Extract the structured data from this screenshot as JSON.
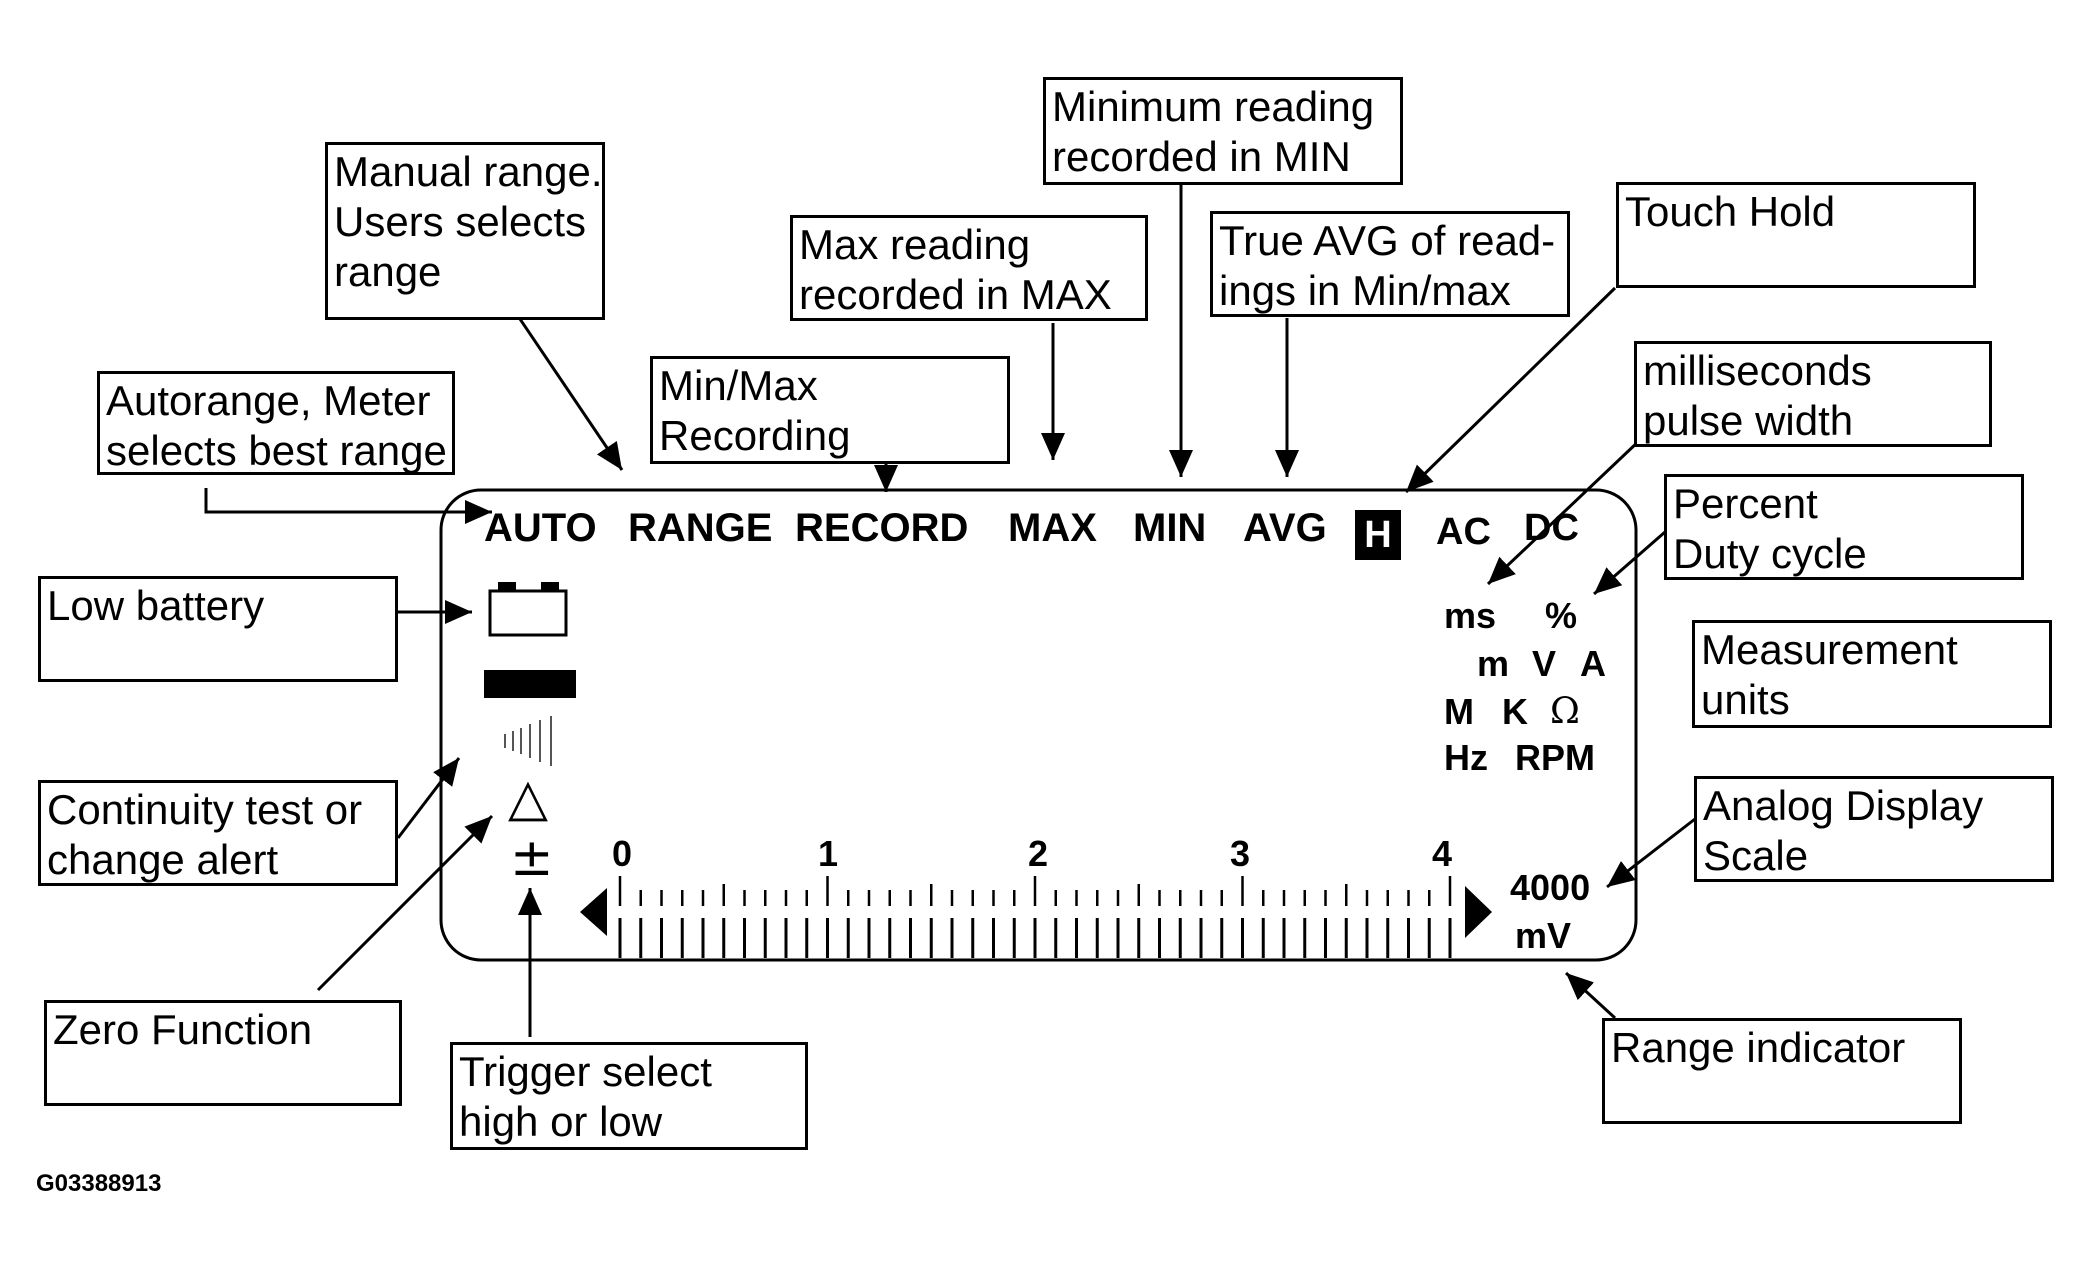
{
  "callouts": {
    "manual_range": [
      "Manual range.",
      "Users selects",
      "range"
    ],
    "minimum": [
      "Minimum reading",
      "recorded in MIN"
    ],
    "max": [
      "Max reading",
      "recorded in MAX"
    ],
    "true_avg": [
      "True AVG of read-",
      "ings in Min/max"
    ],
    "touch_hold": [
      "Touch Hold"
    ],
    "milliseconds": [
      "milliseconds",
      "pulse width"
    ],
    "autorange": [
      "Autorange, Meter",
      "selects best range"
    ],
    "minmax_recording": [
      "Min/Max",
      "Recording"
    ],
    "percent": [
      "Percent",
      "Duty cycle"
    ],
    "low_battery": [
      "Low battery"
    ],
    "measurement_units": [
      "Measurement",
      "units"
    ],
    "continuity": [
      "Continuity  test  or",
      "change alert"
    ],
    "analog_scale": [
      "Analog Display",
      "Scale"
    ],
    "zero_function": [
      "Zero Function"
    ],
    "trigger_select": [
      "Trigger select",
      "high or low"
    ],
    "range_indicator": [
      "Range indicator"
    ]
  },
  "lcd": {
    "modes": {
      "auto": "AUTO",
      "range": "RANGE",
      "record": "RECORD",
      "max": "MAX",
      "min": "MIN",
      "avg": "AVG",
      "hold": "H",
      "ac": "AC",
      "dc": "DC"
    },
    "units": {
      "ms": "ms",
      "percent": "%",
      "m": "m",
      "v": "V",
      "a": "A",
      "mega": "M",
      "kilo": "K",
      "ohm": "Ω",
      "hz": "Hz",
      "rpm": "RPM"
    },
    "scale": {
      "labels": [
        "0",
        "1",
        "2",
        "3",
        "4"
      ],
      "range_value": "4000",
      "range_unit": "mV"
    },
    "zero_symbol": "△",
    "trigger_symbol": "±"
  },
  "figure_id": "G03388913"
}
